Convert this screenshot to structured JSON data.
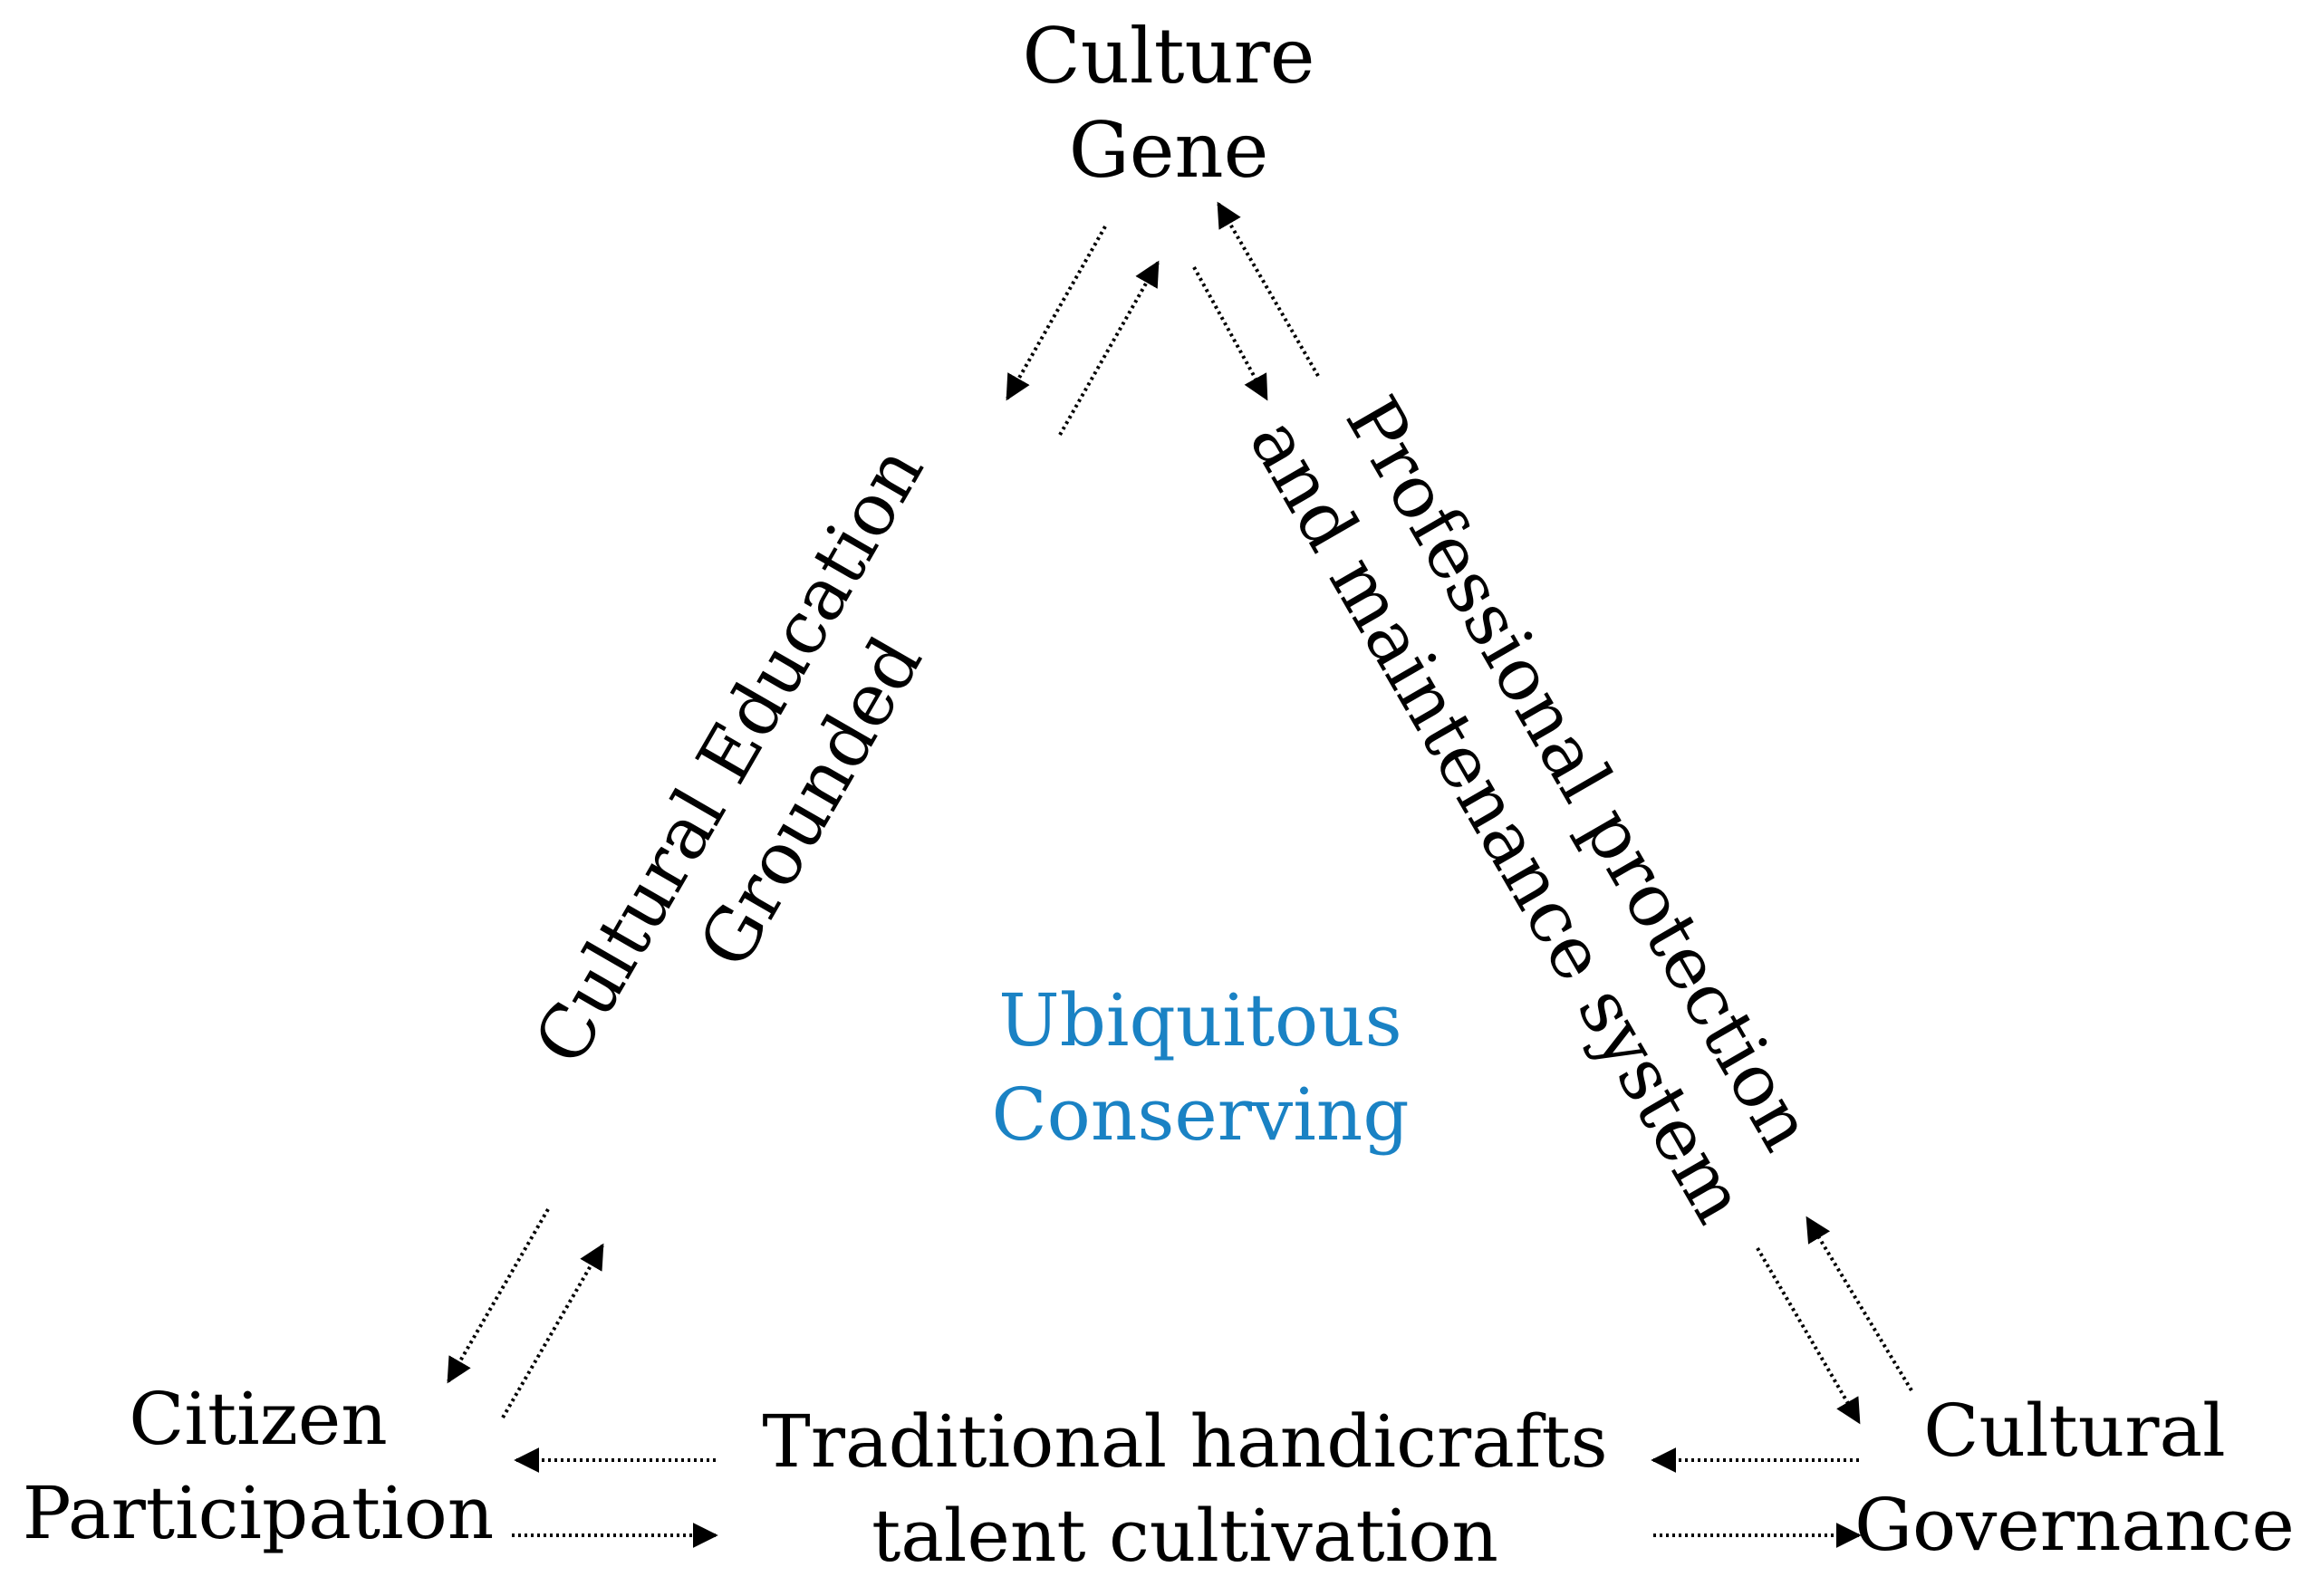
{
  "nodes": {
    "top": {
      "lines": [
        "Culture",
        "Gene"
      ]
    },
    "left": {
      "lines": [
        "Citizen",
        "Participation"
      ]
    },
    "right": {
      "lines": [
        "Cultural",
        "Governance"
      ]
    },
    "bottom": {
      "lines": [
        "Traditional handicrafts",
        "talent cultivation"
      ]
    }
  },
  "edge_labels": {
    "left_side": {
      "lines": [
        "Cultural Education",
        "Grounded"
      ]
    },
    "right_side": {
      "lines": [
        "Professional protection",
        "and maintenance system"
      ]
    }
  },
  "center": {
    "lines": [
      "Ubiquitous",
      "Conserving"
    ]
  },
  "colors": {
    "center_text": "#1a82c4",
    "text": "#000000",
    "arrow": "#000000"
  },
  "arrow_style": "dotted"
}
